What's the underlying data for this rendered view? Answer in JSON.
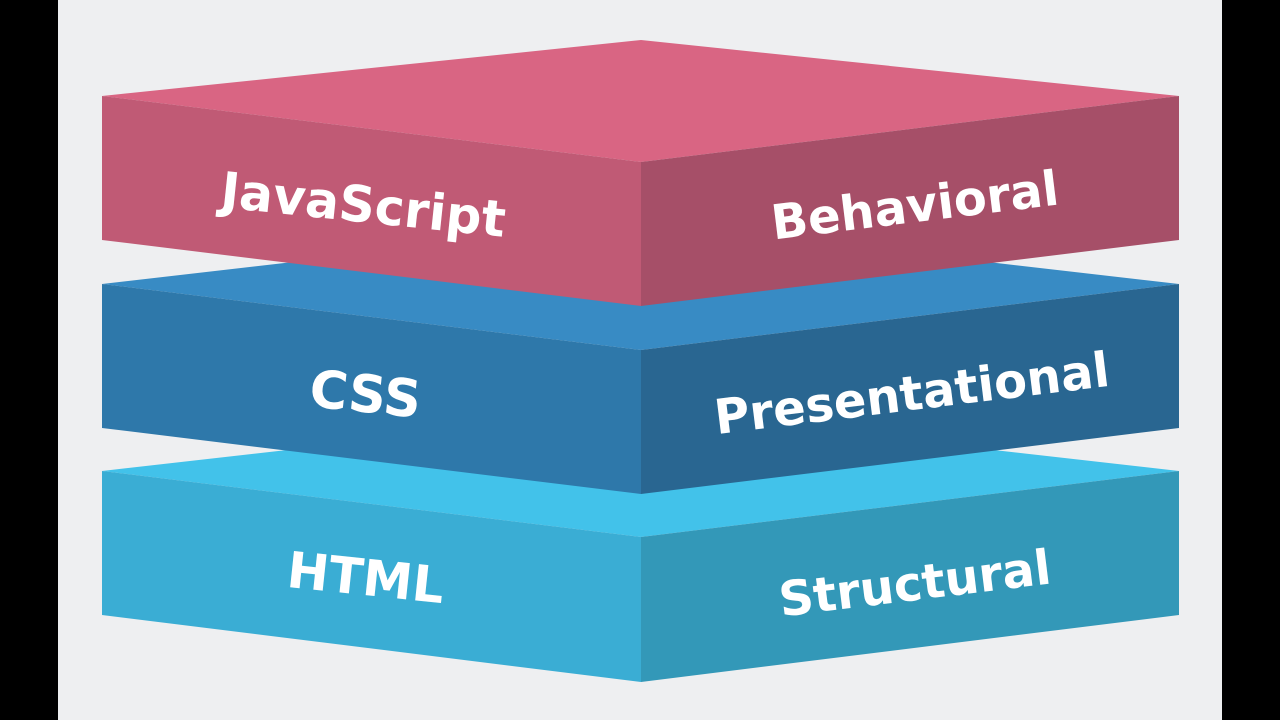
{
  "diagram": {
    "type": "layered-stack",
    "background_color": "#eeeff1",
    "letterbox_color": "#000000",
    "layers": [
      {
        "technology": "JavaScript",
        "role": "Behavioral",
        "colors": {
          "top": "#d96583",
          "left": "#c05a75",
          "right": "#a64f68"
        }
      },
      {
        "technology": "CSS",
        "role": "Presentational",
        "colors": {
          "top": "#388bc4",
          "left": "#2e78aa",
          "right": "#296691"
        }
      },
      {
        "technology": "HTML",
        "role": "Structural",
        "colors": {
          "top": "#42c2ea",
          "left": "#3aadd4",
          "right": "#3398b8"
        }
      }
    ]
  }
}
